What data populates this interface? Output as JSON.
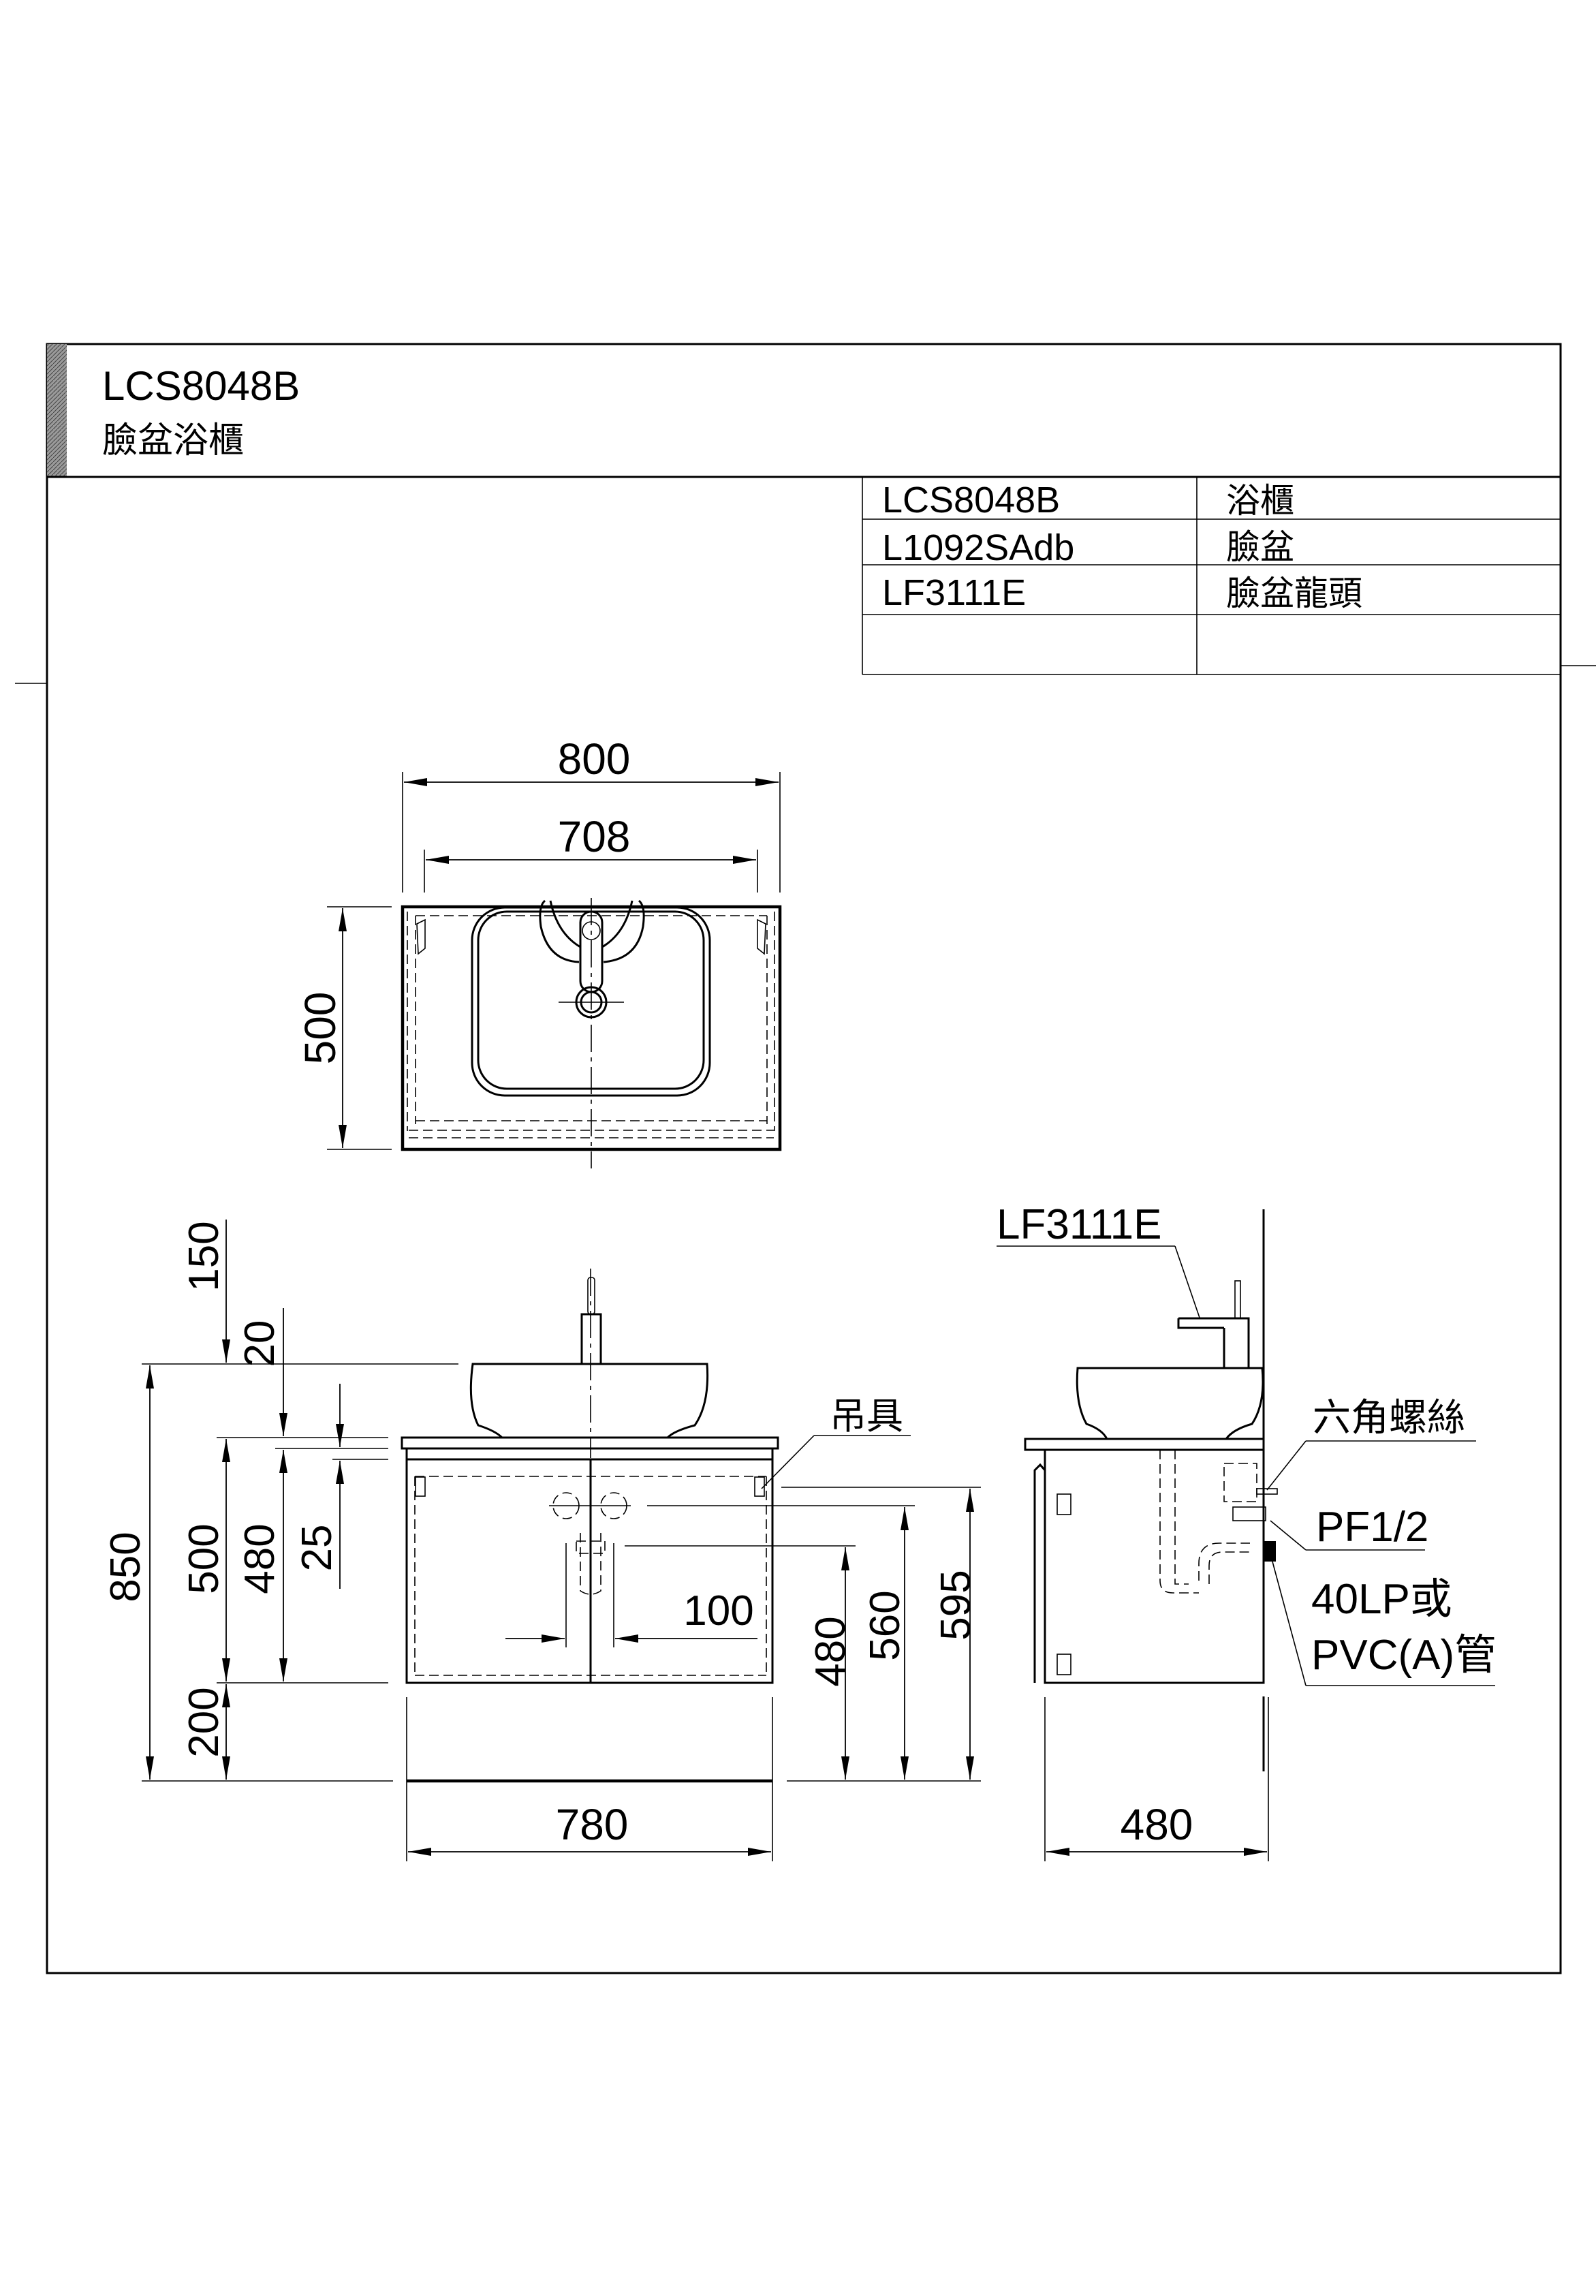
{
  "header": {
    "model": "LCS8048B",
    "product_name": "臉盆浴櫃"
  },
  "parts_table": {
    "rows": [
      {
        "code": "LCS8048B",
        "description": "浴櫃"
      },
      {
        "code": "L1092SAdb",
        "description": "臉盆"
      },
      {
        "code": "LF3111E",
        "description": "臉盆龍頭"
      },
      {
        "code": "",
        "description": ""
      }
    ]
  },
  "top_view": {
    "overall_width": "800",
    "basin_width": "708",
    "depth": "500"
  },
  "front_view": {
    "total_height": "850",
    "faucet_height": "150",
    "basin_offset": "20",
    "cabinet_height": "500",
    "inner_height": "480",
    "top_thickness": "25",
    "floor_clearance": "200",
    "width": "780",
    "valve_spacing": "100",
    "drain_height": "480",
    "supply_height": "560",
    "hanger_height": "595",
    "hanger_label": "吊具"
  },
  "side_view": {
    "depth": "480",
    "faucet_label": "LF3111E",
    "hex_screw_label": "六角螺絲",
    "supply_label": "PF1/2",
    "drain_label_line1": "40LP或",
    "drain_label_line2": "PVC(A)管"
  }
}
